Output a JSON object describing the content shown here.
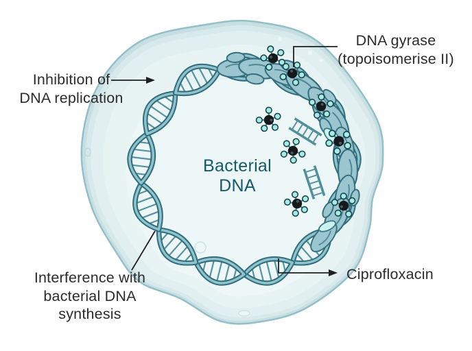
{
  "diagram": {
    "type": "mechanism-of-action illustration",
    "center_label": {
      "line1": "Bacterial",
      "line2": "DNA"
    },
    "labels": {
      "inhibition": {
        "line1": "Inhibition of",
        "line2": "DNA replication"
      },
      "gyrase": {
        "line1": "DNA gyrase",
        "line2": "(topoisomerise II)"
      },
      "interference": {
        "line1": "Interference with",
        "line2": "bacterial DNA",
        "line3": "synthesis"
      },
      "ciprofloxacin": {
        "text": "Ciprofloxacin"
      }
    },
    "entities": [
      "bacterial-cell",
      "circular-dna-double-helix",
      "dna-gyrase-enzyme",
      "ciprofloxacin-molecules"
    ],
    "colors": {
      "cell_membrane": "#c7dfe3",
      "cell_membrane_edge": "#93c0c8",
      "cell_interior": "#e8f3f4",
      "dna_strand_dark": "#2f6d7c",
      "dna_strand_light": "#8fc2cb",
      "enzyme_fill": "#9bc6d0",
      "enzyme_outline": "#35707f",
      "molecule_center_atom": "#15191c",
      "molecule_outer_atom": "#a9ebe3",
      "label_text": "#2b2b2b",
      "center_text": "#155a69",
      "connector": "#1f1f1f"
    }
  }
}
